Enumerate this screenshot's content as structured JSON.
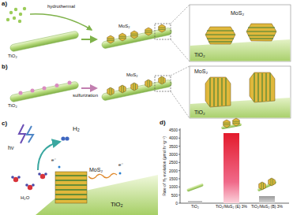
{
  "diagram": {
    "labels": [
      "a)",
      "hydrothermal",
      "TiO₂",
      "MoS₂",
      "MoS₂",
      "TiO₂",
      "b)",
      "TiO₂",
      "sulfurization",
      "MoS₂",
      "MoS₂",
      "TiO₂",
      "c)",
      "H₂",
      "hν",
      "e⁻",
      "e⁻",
      "H₂O",
      "MoS₂",
      "TiO₂",
      "d)",
      "Rate of H₂ evolution (μmol h⁻¹g⁻¹)",
      "0",
      "500",
      "1000",
      "1500",
      "2000",
      "2500",
      "3000",
      "3500",
      "4000",
      "4500",
      "TiO₂",
      "TiO₂/MoS₂ (E) 3%",
      "TiO₂/MoS₂ (B) 3%"
    ]
  }
}
